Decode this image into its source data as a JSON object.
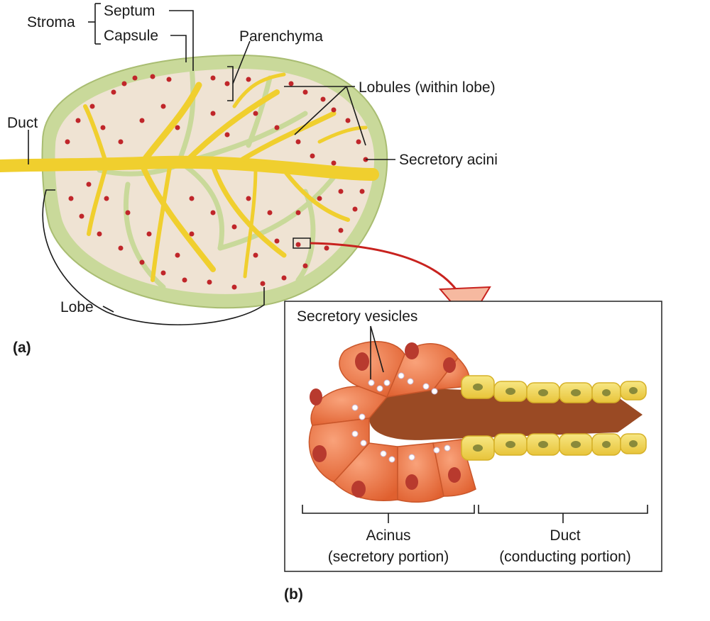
{
  "panel_a": {
    "label": "(a)",
    "stroma": "Stroma",
    "septum": "Septum",
    "capsule": "Capsule",
    "parenchyma": "Parenchyma",
    "lobules": "Lobules (within lobe)",
    "duct": "Duct",
    "secretory_acini": "Secretory acini",
    "lobe": "Lobe"
  },
  "panel_b": {
    "label": "(b)",
    "secretory_vesicles": "Secretory vesicles",
    "acinus_title": "Acinus",
    "acinus_sub": "(secretory portion)",
    "duct_title": "Duct",
    "duct_sub": "(conducting portion)"
  },
  "colors": {
    "capsule_green": "#c9d99a",
    "lobule_fill": "#efe3d3",
    "duct_yellow": "#f2d43c",
    "acinus_dot": "#c0262a",
    "cell_orange": "#f07a45",
    "nucleus": "#b83a2e",
    "lumen": "#9a4a24",
    "duct_cell": "#f3dc6a",
    "arrow_red": "#c8221e"
  }
}
